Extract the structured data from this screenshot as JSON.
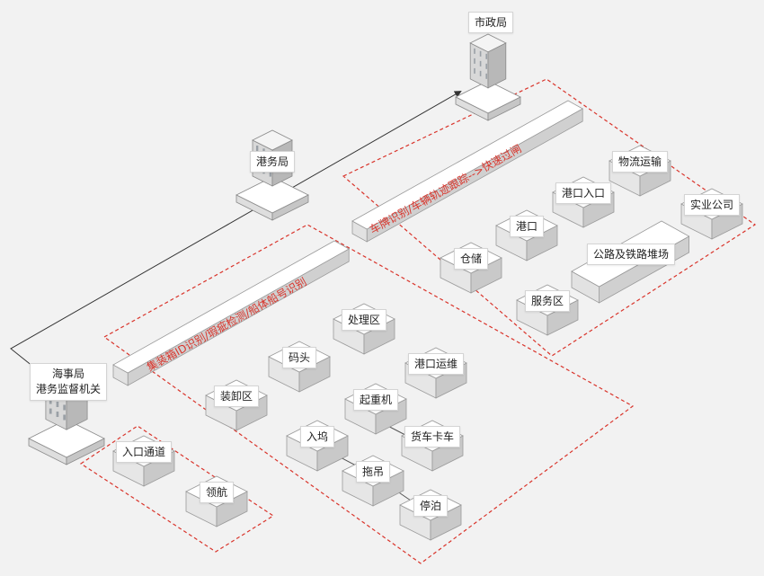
{
  "colors": {
    "accent_red": "#d9342b",
    "box_face": "#ffffff",
    "box_side": "#c9c9c9",
    "background": "#f2f2f2"
  },
  "buildings": {
    "municipal": "市政局",
    "port_bureau": "港务局",
    "maritime": "海事局\n港务监督机关"
  },
  "banners": {
    "right_zone": "车牌识别/车辆轨迹跟踪-->快速过闸",
    "center_zone": "集装箱ID识别/瑕疵检测/船体船号识别"
  },
  "right_zone_boxes": {
    "logistics": "物流运输",
    "port_entrance": "港口入口",
    "industrial_company": "实业公司",
    "port": "港口",
    "highway_rail_yard": "公路及铁路堆场",
    "warehouse": "仓储",
    "service_area": "服务区"
  },
  "center_zone_boxes": {
    "processing_area": "处理区",
    "wharf": "码头",
    "port_maintenance": "港口运维",
    "loading_area": "装卸区",
    "crane": "起重机",
    "entry_dock": "入坞",
    "truck": "货车卡车",
    "towing": "拖吊",
    "berthing": "停泊"
  },
  "left_zone_boxes": {
    "entrance_channel": "入口通道",
    "pilotage": "领航"
  }
}
